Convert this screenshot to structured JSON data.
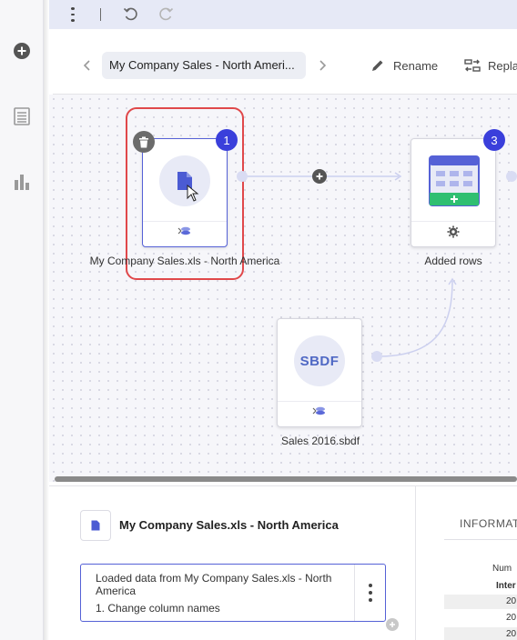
{
  "toolbar": {
    "menu_icon": "kebab-vertical-icon",
    "undo_icon": "undo-icon",
    "redo_icon": "redo-icon"
  },
  "left_rail": {
    "items": [
      {
        "icon": "add-circle-icon"
      },
      {
        "icon": "data-table-icon"
      },
      {
        "icon": "bar-chart-icon"
      }
    ]
  },
  "header": {
    "source_name": "My Company Sales - North Ameri...",
    "rename_label": "Rename",
    "replace_label": "Repla"
  },
  "canvas": {
    "nodes": [
      {
        "label": "My Company Sales.xls - North America",
        "badge": "1",
        "icon": "document-icon"
      },
      {
        "label": "Added rows",
        "badge": "3",
        "icon": "table-add-rows-icon"
      },
      {
        "label": "Sales 2016.sbdf",
        "icon_text": "SBDF"
      }
    ]
  },
  "details": {
    "title": "My Company Sales.xls - North America",
    "step_line_1": "Loaded data from My Company Sales.xls - North",
    "step_line_2": "America",
    "step_line_3": "1. Change column names",
    "info_tab": "INFORMAT",
    "table": {
      "header_1": "Num",
      "header_2": "Inter",
      "rows": [
        "20",
        "20",
        "20"
      ]
    }
  },
  "colors": {
    "accent": "#3a3fdb",
    "selection_ring": "#e0484a",
    "toolbar_bg": "#e6e9f6",
    "add_rows_green": "#2fbf71"
  }
}
